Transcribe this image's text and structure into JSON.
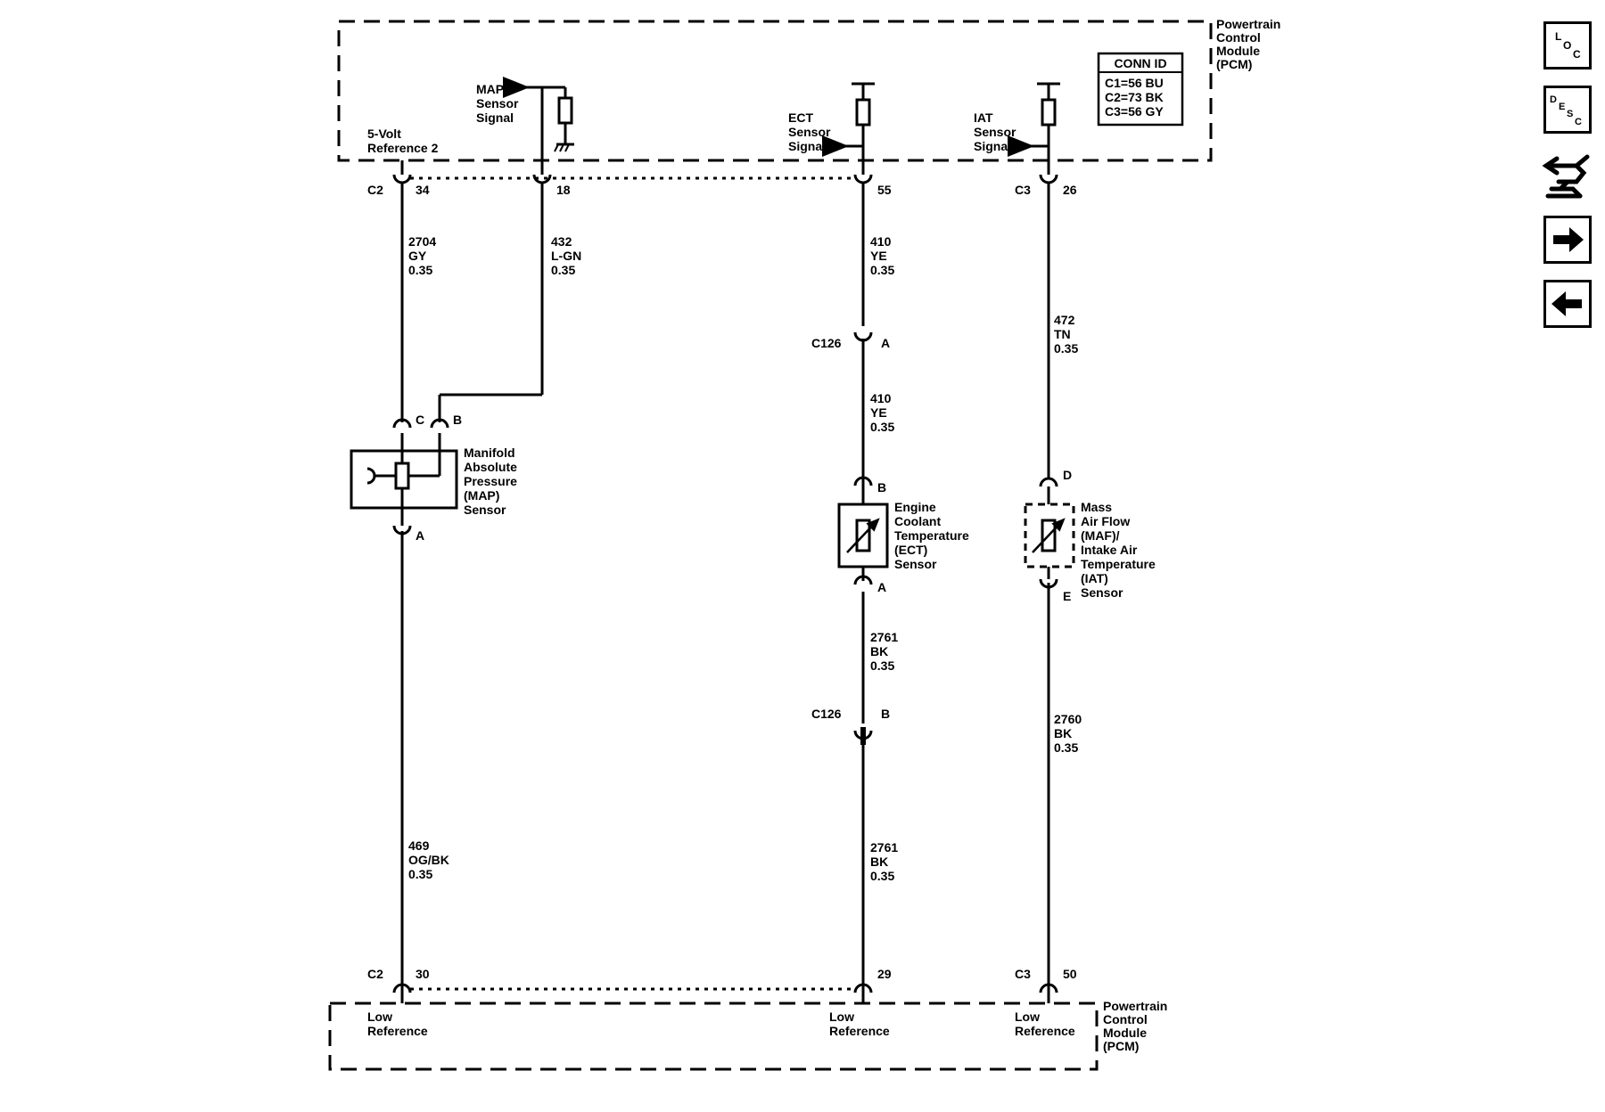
{
  "pcm_top": {
    "title": [
      "Powertrain",
      "Control",
      "Module",
      "(PCM)"
    ],
    "conn_id": {
      "header": "CONN ID",
      "rows": [
        "C1=56 BU",
        "C2=73 BK",
        "C3=56 GY"
      ]
    },
    "five_volt_ref": [
      "5-Volt",
      "Reference 2"
    ],
    "map_signal": [
      "MAP",
      "Sensor",
      "Signal"
    ],
    "ect_signal": [
      "ECT",
      "Sensor",
      "Signal"
    ],
    "iat_signal": [
      "IAT",
      "Sensor",
      "Signal"
    ]
  },
  "pcm_bottom": {
    "title": [
      "Powertrain",
      "Control",
      "Module",
      "(PCM)"
    ],
    "low_ref_1": [
      "Low",
      "Reference"
    ],
    "low_ref_2": [
      "Low",
      "Reference"
    ],
    "low_ref_3": [
      "Low",
      "Reference"
    ]
  },
  "pins": {
    "c2_top": "C2",
    "p34": "34",
    "p18": "18",
    "p55": "55",
    "c3_top": "C3",
    "p26": "26",
    "c2_bot": "C2",
    "p30": "30",
    "p29": "29",
    "c3_bot": "C3",
    "p50": "50"
  },
  "wires": {
    "w2704": [
      "2704",
      "GY",
      "0.35"
    ],
    "w432": [
      "432",
      "L-GN",
      "0.35"
    ],
    "w410a": [
      "410",
      "YE",
      "0.35"
    ],
    "w410b": [
      "410",
      "YE",
      "0.35"
    ],
    "w472": [
      "472",
      "TN",
      "0.35"
    ],
    "w469": [
      "469",
      "OG/BK",
      "0.35"
    ],
    "w2761a": [
      "2761",
      "BK",
      "0.35"
    ],
    "w2761b": [
      "2761",
      "BK",
      "0.35"
    ],
    "w2760": [
      "2760",
      "BK",
      "0.35"
    ]
  },
  "inline": {
    "c126a_conn": "C126",
    "c126a_pin": "A",
    "c126b_conn": "C126",
    "c126b_pin": "B"
  },
  "map_sensor": {
    "label": [
      "Manifold",
      "Absolute",
      "Pressure",
      "(MAP)",
      "Sensor"
    ],
    "pin_c": "C",
    "pin_b": "B",
    "pin_a": "A"
  },
  "ect_sensor": {
    "label": [
      "Engine",
      "Coolant",
      "Temperature",
      "(ECT)",
      "Sensor"
    ],
    "pin_b": "B",
    "pin_a": "A"
  },
  "maf_sensor": {
    "label": [
      "Mass",
      "Air Flow",
      "(MAF)/",
      "Intake Air",
      "Temperature",
      "(IAT)",
      "Sensor"
    ],
    "pin_d": "D",
    "pin_e": "E"
  },
  "nav": {
    "loc": [
      "L",
      "O",
      "C"
    ],
    "desc": [
      "D",
      "E",
      "S",
      "C"
    ],
    "icons": [
      "loc-icon",
      "desc-icon",
      "harness-icon",
      "next-arrow-icon",
      "prev-arrow-icon"
    ]
  }
}
